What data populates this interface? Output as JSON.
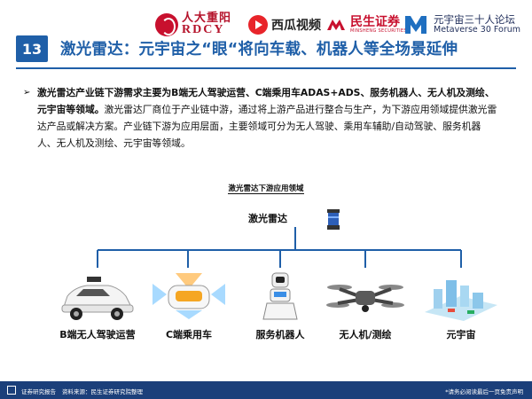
{
  "header": {
    "logos": {
      "rdcy_cn": "人大重阳",
      "rdcy_en": "RDCY",
      "xigua": "西瓜视频",
      "minsheng_cn": "民生证券",
      "minsheng_en": "MINSHENG SECURITIES",
      "metaverse_cn": "元宇宙三十人论坛",
      "metaverse_en": "Metaverse 30 Forum"
    }
  },
  "title": {
    "number": "13",
    "text": "激光雷达：元宇宙之“眼“将向车载、机器人等全场景延伸"
  },
  "body": {
    "bullet": "➢",
    "bold_lead": "激光雷达产业链下游需求主要为B端无人驾驶运营、C端乘用车ADAS+ADS、服务机器人、无人机及测绘、元宇宙等领域。",
    "text": "激光雷达厂商位于产业链中游，通过将上游产品进行整合与生产，为下游应用领域提供激光雷达产品或解决方案。产业链下游为应用层面，主要领域可分为无人驾驶、乘用车辅助/自动驾驶、服务机器人、无人机及测绘、元宇宙等领域。"
  },
  "diagram": {
    "title": "激光雷达下游应用领域",
    "root": "激光雷达",
    "nodes": [
      {
        "label": "B端无人驾驶运营",
        "icon": "robotaxi-car-icon"
      },
      {
        "label": "C端乘用车",
        "icon": "passenger-car-sensors-icon"
      },
      {
        "label": "服务机器人",
        "icon": "service-robot-icon"
      },
      {
        "label": "无人机/测绘",
        "icon": "drone-icon"
      },
      {
        "label": "元宇宙",
        "icon": "metaverse-city-icon"
      }
    ]
  },
  "footer": {
    "left": "证券研究报告",
    "source": "资料来源：民生证券研究院整理",
    "right": "*请务必阅读最后一页免责声明"
  },
  "colors": {
    "primary_blue": "#1f5fa8",
    "tree_line": "#1f5fa8",
    "footer_bg": "#1b3f7a",
    "brand_red": "#c8102e"
  }
}
